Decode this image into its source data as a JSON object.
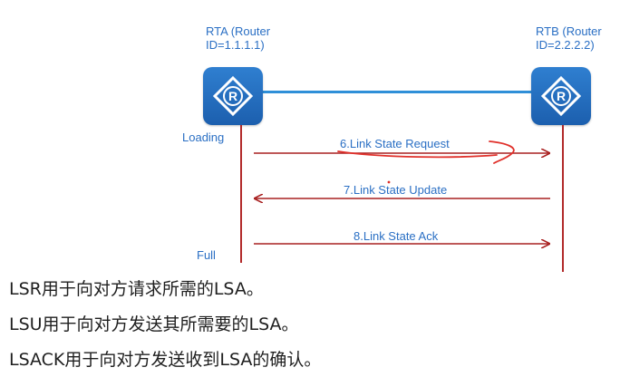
{
  "routers": {
    "rta": {
      "caption": "RTA (Router\nID=1.1.1.1)"
    },
    "rtb": {
      "caption": "RTB (Router\nID=2.2.2.2)"
    }
  },
  "states": {
    "loading": "Loading",
    "full": "Full"
  },
  "messages": [
    {
      "label": "6.Link State Request",
      "direction": "RTA to RTB"
    },
    {
      "label": "7.Link State Update",
      "direction": "RTB to RTA"
    },
    {
      "label": "8.Link State Ack",
      "direction": "RTA to RTB"
    }
  ],
  "notes": [
    "LSR用于向对方请求所需的LSA。",
    "LSU用于向对方发送其所需要的LSA。",
    "LSACK用于向对方发送收到LSA的确认。"
  ],
  "colors": {
    "caption_text": "#2a6fc4",
    "state_text": "#2a6fc4",
    "message_text": "#2a6fc4",
    "router_fill": "#2471c6",
    "link_line": "#2f8fd8",
    "lifeline": "#b22a2a",
    "arrow": "#a82020",
    "annotation": "#e0302a"
  },
  "icons": {
    "router": "router-icon"
  }
}
